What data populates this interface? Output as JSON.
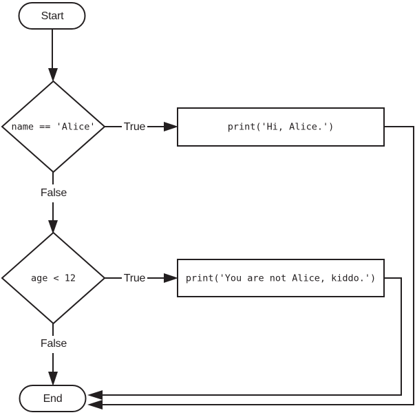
{
  "colors": {
    "background": "#ffffff",
    "line": "#231f20",
    "text": "#231f20"
  },
  "nodes": {
    "start": {
      "type": "terminal",
      "label": "Start"
    },
    "decision1": {
      "type": "decision",
      "label": "name == 'Alice'"
    },
    "process1": {
      "type": "process",
      "label": "print('Hi, Alice.')"
    },
    "decision2": {
      "type": "decision",
      "label": "age < 12"
    },
    "process2": {
      "type": "process",
      "label": "print('You are not Alice, kiddo.')"
    },
    "end": {
      "type": "terminal",
      "label": "End"
    }
  },
  "edges": {
    "decision1_true": {
      "label": "True"
    },
    "decision1_false": {
      "label": "False"
    },
    "decision2_true": {
      "label": "True"
    },
    "decision2_false": {
      "label": "False"
    }
  }
}
